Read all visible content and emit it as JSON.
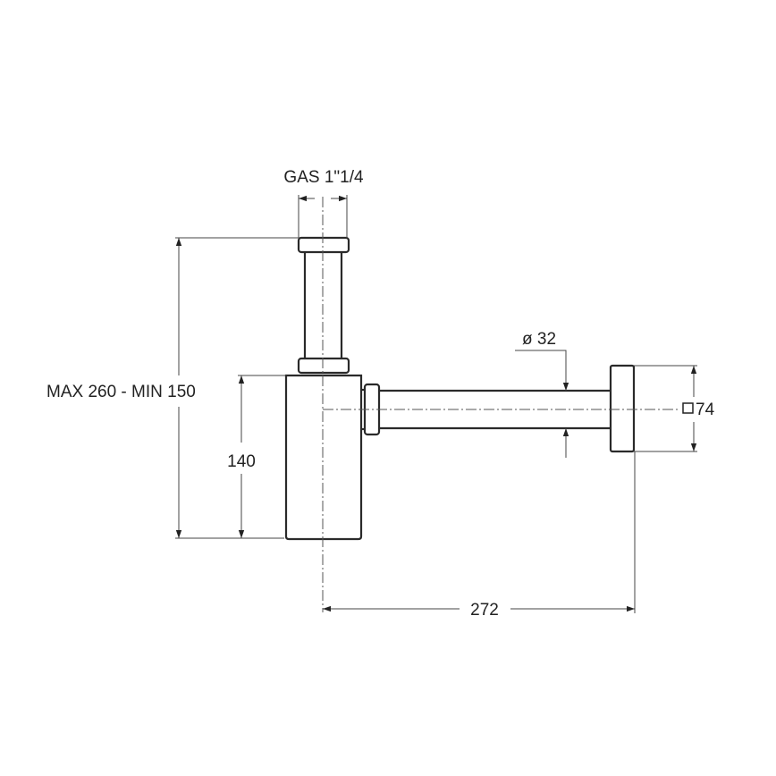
{
  "drawing": {
    "title": "Bottle trap technical drawing",
    "dimensions": {
      "thread": "GAS 1\"1/4",
      "height_range": "MAX 260 - MIN 150",
      "body_height": "140",
      "pipe_diameter": "ø 32",
      "flange_size": "74",
      "wall_distance": "272"
    },
    "symbols": {
      "square_symbol": "square-section-icon"
    },
    "colors": {
      "line": "#2a2a2a",
      "background": "#ffffff"
    }
  }
}
